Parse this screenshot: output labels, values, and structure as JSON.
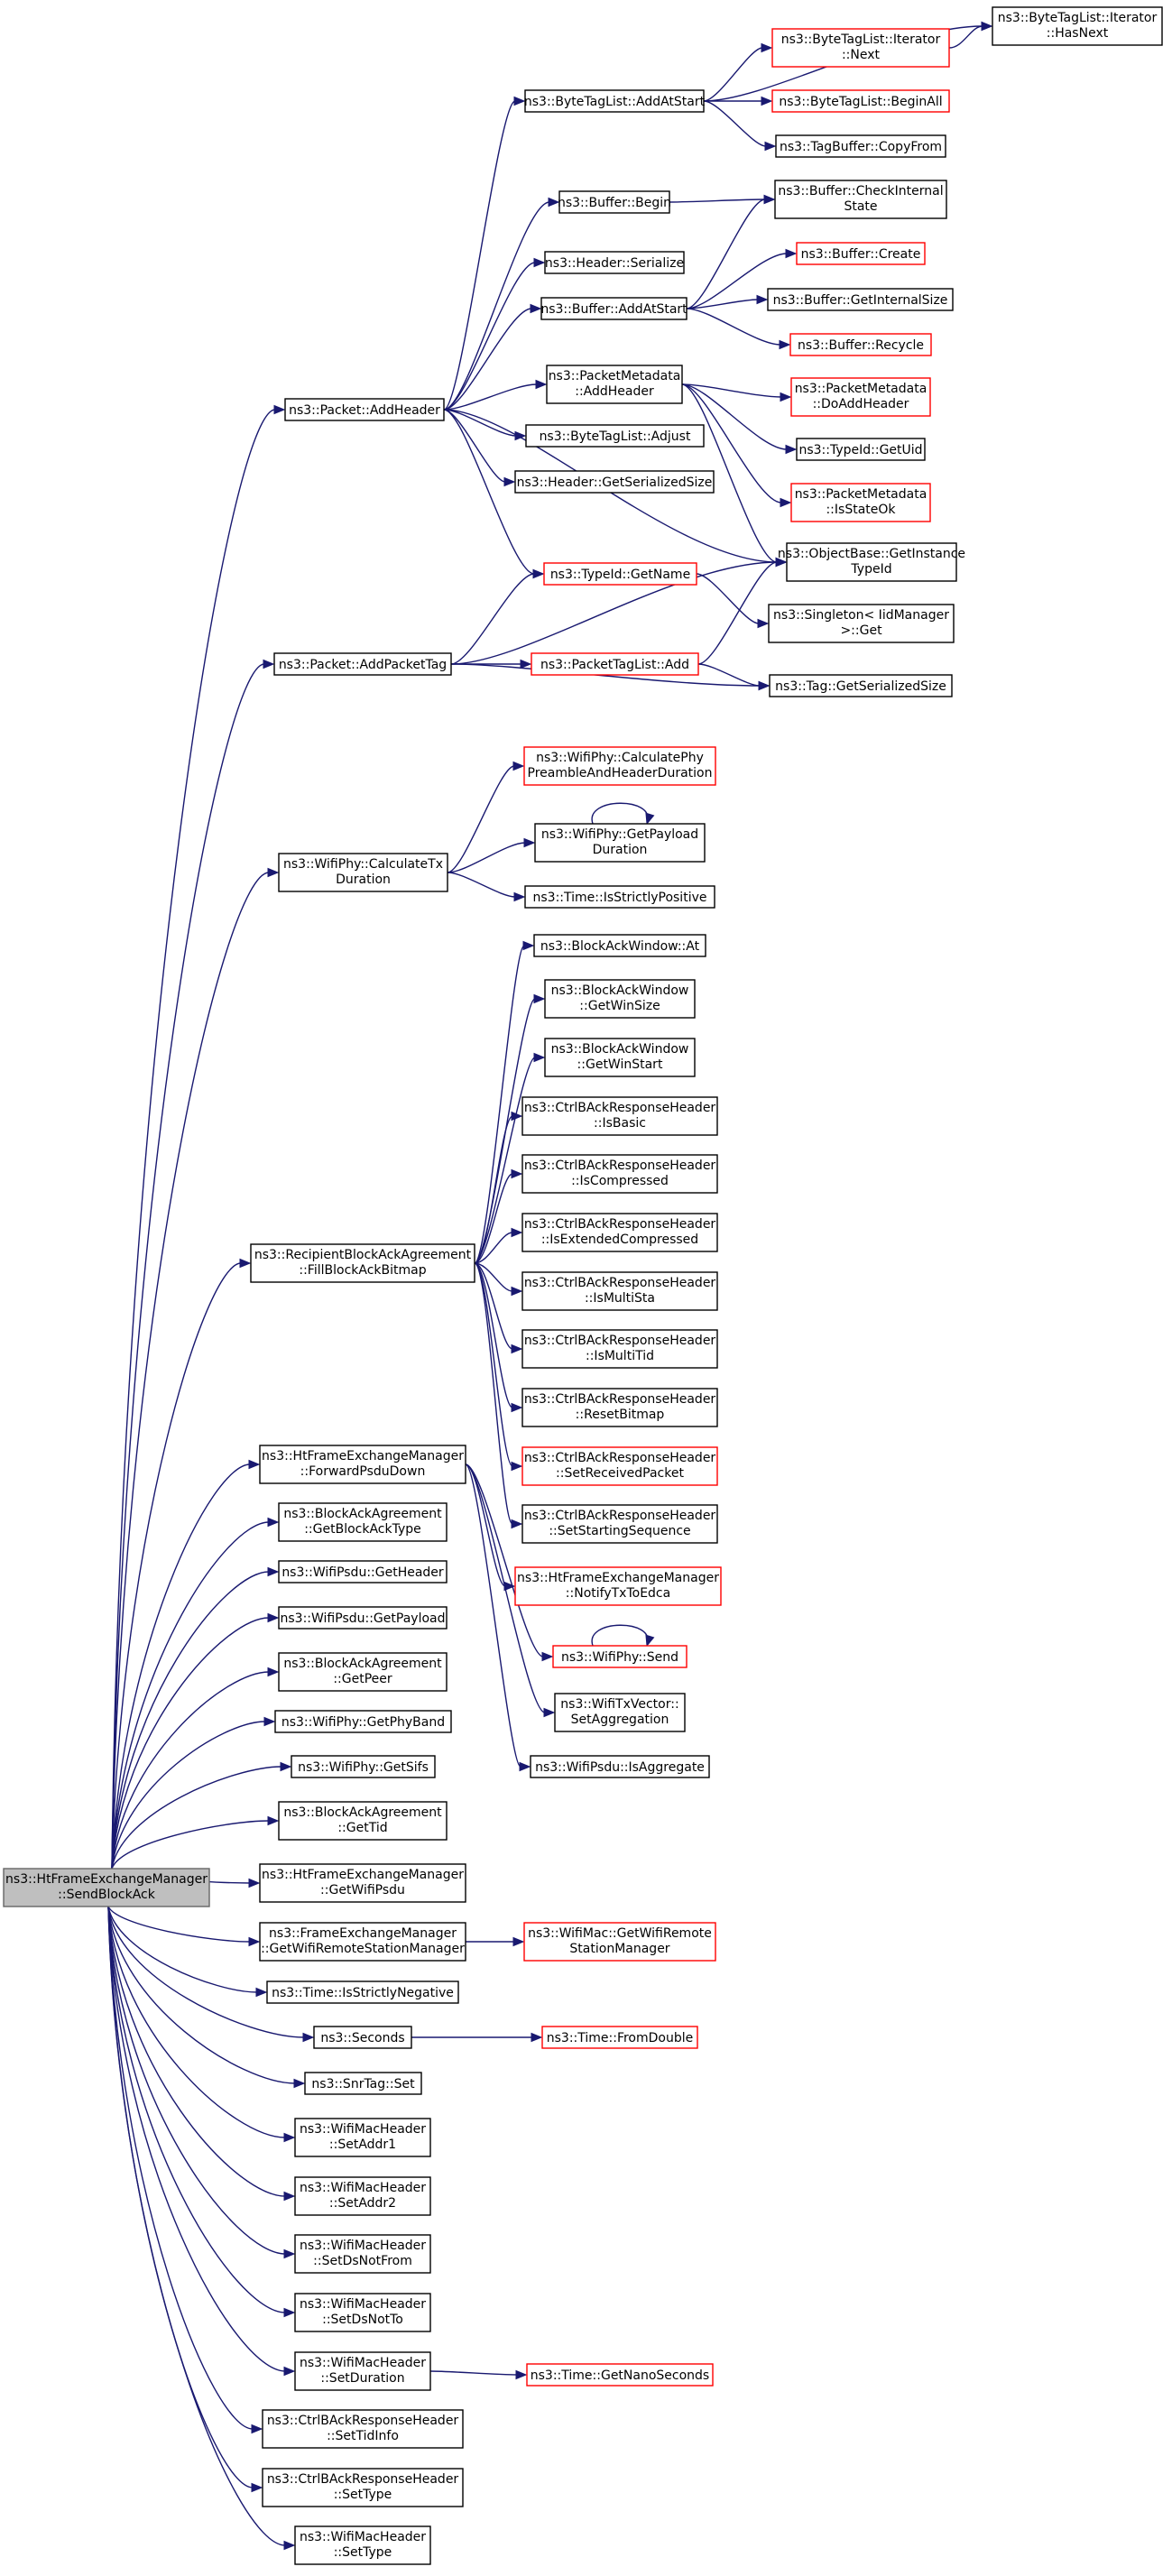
{
  "diagram": {
    "nodes": [
      {
        "id": "root",
        "lines": [
          "ns3::HtFrameExchangeManager",
          "::SendBlockAck"
        ],
        "style": "root"
      },
      {
        "id": "addHeader",
        "lines": [
          "ns3::Packet::AddHeader"
        ],
        "style": "normal"
      },
      {
        "id": "addPacketTag",
        "lines": [
          "ns3::Packet::AddPacketTag"
        ],
        "style": "normal"
      },
      {
        "id": "calcTxDur",
        "lines": [
          "ns3::WifiPhy::CalculateTx",
          "Duration"
        ],
        "style": "normal"
      },
      {
        "id": "fillBitmap",
        "lines": [
          "ns3::RecipientBlockAckAgreement",
          "::FillBlockAckBitmap"
        ],
        "style": "normal"
      },
      {
        "id": "forwardPsdu",
        "lines": [
          "ns3::HtFrameExchangeManager",
          "::ForwardPsduDown"
        ],
        "style": "normal"
      },
      {
        "id": "getBlockAckType",
        "lines": [
          "ns3::BlockAckAgreement",
          "::GetBlockAckType"
        ],
        "style": "normal"
      },
      {
        "id": "psduGetHeader",
        "lines": [
          "ns3::WifiPsdu::GetHeader"
        ],
        "style": "normal"
      },
      {
        "id": "psduGetPayload",
        "lines": [
          "ns3::WifiPsdu::GetPayload"
        ],
        "style": "normal"
      },
      {
        "id": "getPeer",
        "lines": [
          "ns3::BlockAckAgreement",
          "::GetPeer"
        ],
        "style": "normal"
      },
      {
        "id": "getPhyBand",
        "lines": [
          "ns3::WifiPhy::GetPhyBand"
        ],
        "style": "normal"
      },
      {
        "id": "getSifs",
        "lines": [
          "ns3::WifiPhy::GetSifs"
        ],
        "style": "normal"
      },
      {
        "id": "getTid",
        "lines": [
          "ns3::BlockAckAgreement",
          "::GetTid"
        ],
        "style": "normal"
      },
      {
        "id": "getWifiPsdu",
        "lines": [
          "ns3::HtFrameExchangeManager",
          "::GetWifiPsdu"
        ],
        "style": "normal"
      },
      {
        "id": "getRsm",
        "lines": [
          "ns3::FrameExchangeManager",
          "::GetWifiRemoteStationManager"
        ],
        "style": "normal"
      },
      {
        "id": "isStrictlyNeg",
        "lines": [
          "ns3::Time::IsStrictlyNegative"
        ],
        "style": "normal"
      },
      {
        "id": "seconds",
        "lines": [
          "ns3::Seconds"
        ],
        "style": "normal"
      },
      {
        "id": "snrTagSet",
        "lines": [
          "ns3::SnrTag::Set"
        ],
        "style": "normal"
      },
      {
        "id": "setAddr1",
        "lines": [
          "ns3::WifiMacHeader",
          "::SetAddr1"
        ],
        "style": "normal"
      },
      {
        "id": "setAddr2",
        "lines": [
          "ns3::WifiMacHeader",
          "::SetAddr2"
        ],
        "style": "normal"
      },
      {
        "id": "setDsNotFrom",
        "lines": [
          "ns3::WifiMacHeader",
          "::SetDsNotFrom"
        ],
        "style": "normal"
      },
      {
        "id": "setDsNotTo",
        "lines": [
          "ns3::WifiMacHeader",
          "::SetDsNotTo"
        ],
        "style": "normal"
      },
      {
        "id": "setDuration",
        "lines": [
          "ns3::WifiMacHeader",
          "::SetDuration"
        ],
        "style": "normal"
      },
      {
        "id": "setTidInfo",
        "lines": [
          "ns3::CtrlBAckResponseHeader",
          "::SetTidInfo"
        ],
        "style": "normal"
      },
      {
        "id": "ctrlSetType",
        "lines": [
          "ns3::CtrlBAckResponseHeader",
          "::SetType"
        ],
        "style": "normal"
      },
      {
        "id": "macSetType",
        "lines": [
          "ns3::WifiMacHeader",
          "::SetType"
        ],
        "style": "normal"
      },
      {
        "id": "btlAddAtStart",
        "lines": [
          "ns3::ByteTagList::AddAtStart"
        ],
        "style": "normal"
      },
      {
        "id": "bufBegin",
        "lines": [
          "ns3::Buffer::Begin"
        ],
        "style": "normal"
      },
      {
        "id": "hdrSerialize",
        "lines": [
          "ns3::Header::Serialize"
        ],
        "style": "normal"
      },
      {
        "id": "bufAddAtStart",
        "lines": [
          "ns3::Buffer::AddAtStart"
        ],
        "style": "normal"
      },
      {
        "id": "pmAddHeader",
        "lines": [
          "ns3::PacketMetadata",
          "::AddHeader"
        ],
        "style": "normal"
      },
      {
        "id": "btlAdjust",
        "lines": [
          "ns3::ByteTagList::Adjust"
        ],
        "style": "normal"
      },
      {
        "id": "hdrGetSerSize",
        "lines": [
          "ns3::Header::GetSerializedSize"
        ],
        "style": "normal"
      },
      {
        "id": "typeIdGetName",
        "lines": [
          "ns3::TypeId::GetName"
        ],
        "style": "red"
      },
      {
        "id": "ptlAdd",
        "lines": [
          "ns3::PacketTagList::Add"
        ],
        "style": "red"
      },
      {
        "id": "iterHasNext",
        "lines": [
          "ns3::ByteTagList::Iterator",
          "::HasNext"
        ],
        "style": "normal"
      },
      {
        "id": "iterNext",
        "lines": [
          "ns3::ByteTagList::Iterator",
          "::Next"
        ],
        "style": "red"
      },
      {
        "id": "btlBeginAll",
        "lines": [
          "ns3::ByteTagList::BeginAll"
        ],
        "style": "red"
      },
      {
        "id": "tagBufCopyFrom",
        "lines": [
          "ns3::TagBuffer::CopyFrom"
        ],
        "style": "normal"
      },
      {
        "id": "bufCheckInternal",
        "lines": [
          "ns3::Buffer::CheckInternal",
          "State"
        ],
        "style": "normal"
      },
      {
        "id": "bufCreate",
        "lines": [
          "ns3::Buffer::Create"
        ],
        "style": "red"
      },
      {
        "id": "bufGetInternalSize",
        "lines": [
          "ns3::Buffer::GetInternalSize"
        ],
        "style": "normal"
      },
      {
        "id": "bufRecycle",
        "lines": [
          "ns3::Buffer::Recycle"
        ],
        "style": "red"
      },
      {
        "id": "pmDoAddHeader",
        "lines": [
          "ns3::PacketMetadata",
          "::DoAddHeader"
        ],
        "style": "red"
      },
      {
        "id": "typeIdGetUid",
        "lines": [
          "ns3::TypeId::GetUid"
        ],
        "style": "normal"
      },
      {
        "id": "pmIsStateOk",
        "lines": [
          "ns3::PacketMetadata",
          "::IsStateOk"
        ],
        "style": "red"
      },
      {
        "id": "objGetInstanceTypeId",
        "lines": [
          "ns3::ObjectBase::GetInstance",
          "TypeId"
        ],
        "style": "normal"
      },
      {
        "id": "singletonGet",
        "lines": [
          "ns3::Singleton< IidManager",
          ">::Get"
        ],
        "style": "normal"
      },
      {
        "id": "tagGetSerSize",
        "lines": [
          "ns3::Tag::GetSerializedSize"
        ],
        "style": "normal"
      },
      {
        "id": "calcPreamble",
        "lines": [
          "ns3::WifiPhy::CalculatePhy",
          "PreambleAndHeaderDuration"
        ],
        "style": "red"
      },
      {
        "id": "getPayloadDur",
        "lines": [
          "ns3::WifiPhy::GetPayload",
          "Duration"
        ],
        "style": "normal"
      },
      {
        "id": "isStrictlyPos",
        "lines": [
          "ns3::Time::IsStrictlyPositive"
        ],
        "style": "normal"
      },
      {
        "id": "bawAt",
        "lines": [
          "ns3::BlockAckWindow::At"
        ],
        "style": "normal"
      },
      {
        "id": "bawWinSize",
        "lines": [
          "ns3::BlockAckWindow",
          "::GetWinSize"
        ],
        "style": "normal"
      },
      {
        "id": "bawWinStart",
        "lines": [
          "ns3::BlockAckWindow",
          "::GetWinStart"
        ],
        "style": "normal"
      },
      {
        "id": "cbIsBasic",
        "lines": [
          "ns3::CtrlBAckResponseHeader",
          "::IsBasic"
        ],
        "style": "normal"
      },
      {
        "id": "cbIsCompressed",
        "lines": [
          "ns3::CtrlBAckResponseHeader",
          "::IsCompressed"
        ],
        "style": "normal"
      },
      {
        "id": "cbIsExtComp",
        "lines": [
          "ns3::CtrlBAckResponseHeader",
          "::IsExtendedCompressed"
        ],
        "style": "normal"
      },
      {
        "id": "cbIsMultiSta",
        "lines": [
          "ns3::CtrlBAckResponseHeader",
          "::IsMultiSta"
        ],
        "style": "normal"
      },
      {
        "id": "cbIsMultiTid",
        "lines": [
          "ns3::CtrlBAckResponseHeader",
          "::IsMultiTid"
        ],
        "style": "normal"
      },
      {
        "id": "cbResetBitmap",
        "lines": [
          "ns3::CtrlBAckResponseHeader",
          "::ResetBitmap"
        ],
        "style": "normal"
      },
      {
        "id": "cbSetRecvPacket",
        "lines": [
          "ns3::CtrlBAckResponseHeader",
          "::SetReceivedPacket"
        ],
        "style": "red"
      },
      {
        "id": "cbSetStartSeq",
        "lines": [
          "ns3::CtrlBAckResponseHeader",
          "::SetStartingSequence"
        ],
        "style": "normal"
      },
      {
        "id": "notifyTxToEdca",
        "lines": [
          "ns3::HtFrameExchangeManager",
          "::NotifyTxToEdca"
        ],
        "style": "red"
      },
      {
        "id": "phySend",
        "lines": [
          "ns3::WifiPhy::Send"
        ],
        "style": "red"
      },
      {
        "id": "txvSetAgg",
        "lines": [
          "ns3::WifiTxVector::",
          "SetAggregation"
        ],
        "style": "normal"
      },
      {
        "id": "psduIsAgg",
        "lines": [
          "ns3::WifiPsdu::IsAggregate"
        ],
        "style": "normal"
      },
      {
        "id": "macGetRsm",
        "lines": [
          "ns3::WifiMac::GetWifiRemote",
          "StationManager"
        ],
        "style": "red"
      },
      {
        "id": "timeFromDouble",
        "lines": [
          "ns3::Time::FromDouble"
        ],
        "style": "red"
      },
      {
        "id": "timeGetNano",
        "lines": [
          "ns3::Time::GetNanoSeconds"
        ],
        "style": "red"
      }
    ],
    "edges": [
      [
        "root",
        "addHeader"
      ],
      [
        "root",
        "addPacketTag"
      ],
      [
        "root",
        "calcTxDur"
      ],
      [
        "root",
        "fillBitmap"
      ],
      [
        "root",
        "forwardPsdu"
      ],
      [
        "root",
        "getBlockAckType"
      ],
      [
        "root",
        "psduGetHeader"
      ],
      [
        "root",
        "psduGetPayload"
      ],
      [
        "root",
        "getPeer"
      ],
      [
        "root",
        "getPhyBand"
      ],
      [
        "root",
        "getSifs"
      ],
      [
        "root",
        "getTid"
      ],
      [
        "root",
        "getWifiPsdu"
      ],
      [
        "root",
        "getRsm"
      ],
      [
        "root",
        "isStrictlyNeg"
      ],
      [
        "root",
        "seconds"
      ],
      [
        "root",
        "snrTagSet"
      ],
      [
        "root",
        "setAddr1"
      ],
      [
        "root",
        "setAddr2"
      ],
      [
        "root",
        "setDsNotFrom"
      ],
      [
        "root",
        "setDsNotTo"
      ],
      [
        "root",
        "setDuration"
      ],
      [
        "root",
        "setTidInfo"
      ],
      [
        "root",
        "ctrlSetType"
      ],
      [
        "root",
        "macSetType"
      ],
      [
        "addHeader",
        "btlAddAtStart"
      ],
      [
        "addHeader",
        "bufBegin"
      ],
      [
        "addHeader",
        "hdrSerialize"
      ],
      [
        "addHeader",
        "bufAddAtStart"
      ],
      [
        "addHeader",
        "pmAddHeader"
      ],
      [
        "addHeader",
        "btlAdjust"
      ],
      [
        "addHeader",
        "hdrGetSerSize"
      ],
      [
        "addHeader",
        "objGetInstanceTypeId"
      ],
      [
        "addHeader",
        "typeIdGetName"
      ],
      [
        "btlAddAtStart",
        "iterHasNext"
      ],
      [
        "btlAddAtStart",
        "iterNext"
      ],
      [
        "btlAddAtStart",
        "btlBeginAll"
      ],
      [
        "btlAddAtStart",
        "tagBufCopyFrom"
      ],
      [
        "iterNext",
        "iterHasNext"
      ],
      [
        "bufBegin",
        "bufCheckInternal"
      ],
      [
        "bufAddAtStart",
        "bufCheckInternal"
      ],
      [
        "bufAddAtStart",
        "bufCreate"
      ],
      [
        "bufAddAtStart",
        "bufGetInternalSize"
      ],
      [
        "bufAddAtStart",
        "bufRecycle"
      ],
      [
        "pmAddHeader",
        "pmDoAddHeader"
      ],
      [
        "pmAddHeader",
        "typeIdGetUid"
      ],
      [
        "pmAddHeader",
        "pmIsStateOk"
      ],
      [
        "pmAddHeader",
        "objGetInstanceTypeId"
      ],
      [
        "typeIdGetName",
        "singletonGet"
      ],
      [
        "addPacketTag",
        "typeIdGetName"
      ],
      [
        "addPacketTag",
        "objGetInstanceTypeId"
      ],
      [
        "addPacketTag",
        "ptlAdd"
      ],
      [
        "addPacketTag",
        "tagGetSerSize"
      ],
      [
        "ptlAdd",
        "objGetInstanceTypeId"
      ],
      [
        "ptlAdd",
        "tagGetSerSize"
      ],
      [
        "calcTxDur",
        "calcPreamble"
      ],
      [
        "calcTxDur",
        "getPayloadDur"
      ],
      [
        "calcTxDur",
        "isStrictlyPos"
      ],
      [
        "getPayloadDur",
        "getPayloadDur"
      ],
      [
        "fillBitmap",
        "bawAt"
      ],
      [
        "fillBitmap",
        "bawWinSize"
      ],
      [
        "fillBitmap",
        "bawWinStart"
      ],
      [
        "fillBitmap",
        "cbIsBasic"
      ],
      [
        "fillBitmap",
        "cbIsCompressed"
      ],
      [
        "fillBitmap",
        "cbIsExtComp"
      ],
      [
        "fillBitmap",
        "cbIsMultiSta"
      ],
      [
        "fillBitmap",
        "cbIsMultiTid"
      ],
      [
        "fillBitmap",
        "cbResetBitmap"
      ],
      [
        "fillBitmap",
        "cbSetRecvPacket"
      ],
      [
        "fillBitmap",
        "cbSetStartSeq"
      ],
      [
        "forwardPsdu",
        "notifyTxToEdca"
      ],
      [
        "forwardPsdu",
        "phySend"
      ],
      [
        "forwardPsdu",
        "txvSetAgg"
      ],
      [
        "forwardPsdu",
        "psduIsAgg"
      ],
      [
        "phySend",
        "phySend"
      ],
      [
        "getRsm",
        "macGetRsm"
      ],
      [
        "seconds",
        "timeFromDouble"
      ],
      [
        "setDuration",
        "timeGetNano"
      ]
    ]
  }
}
